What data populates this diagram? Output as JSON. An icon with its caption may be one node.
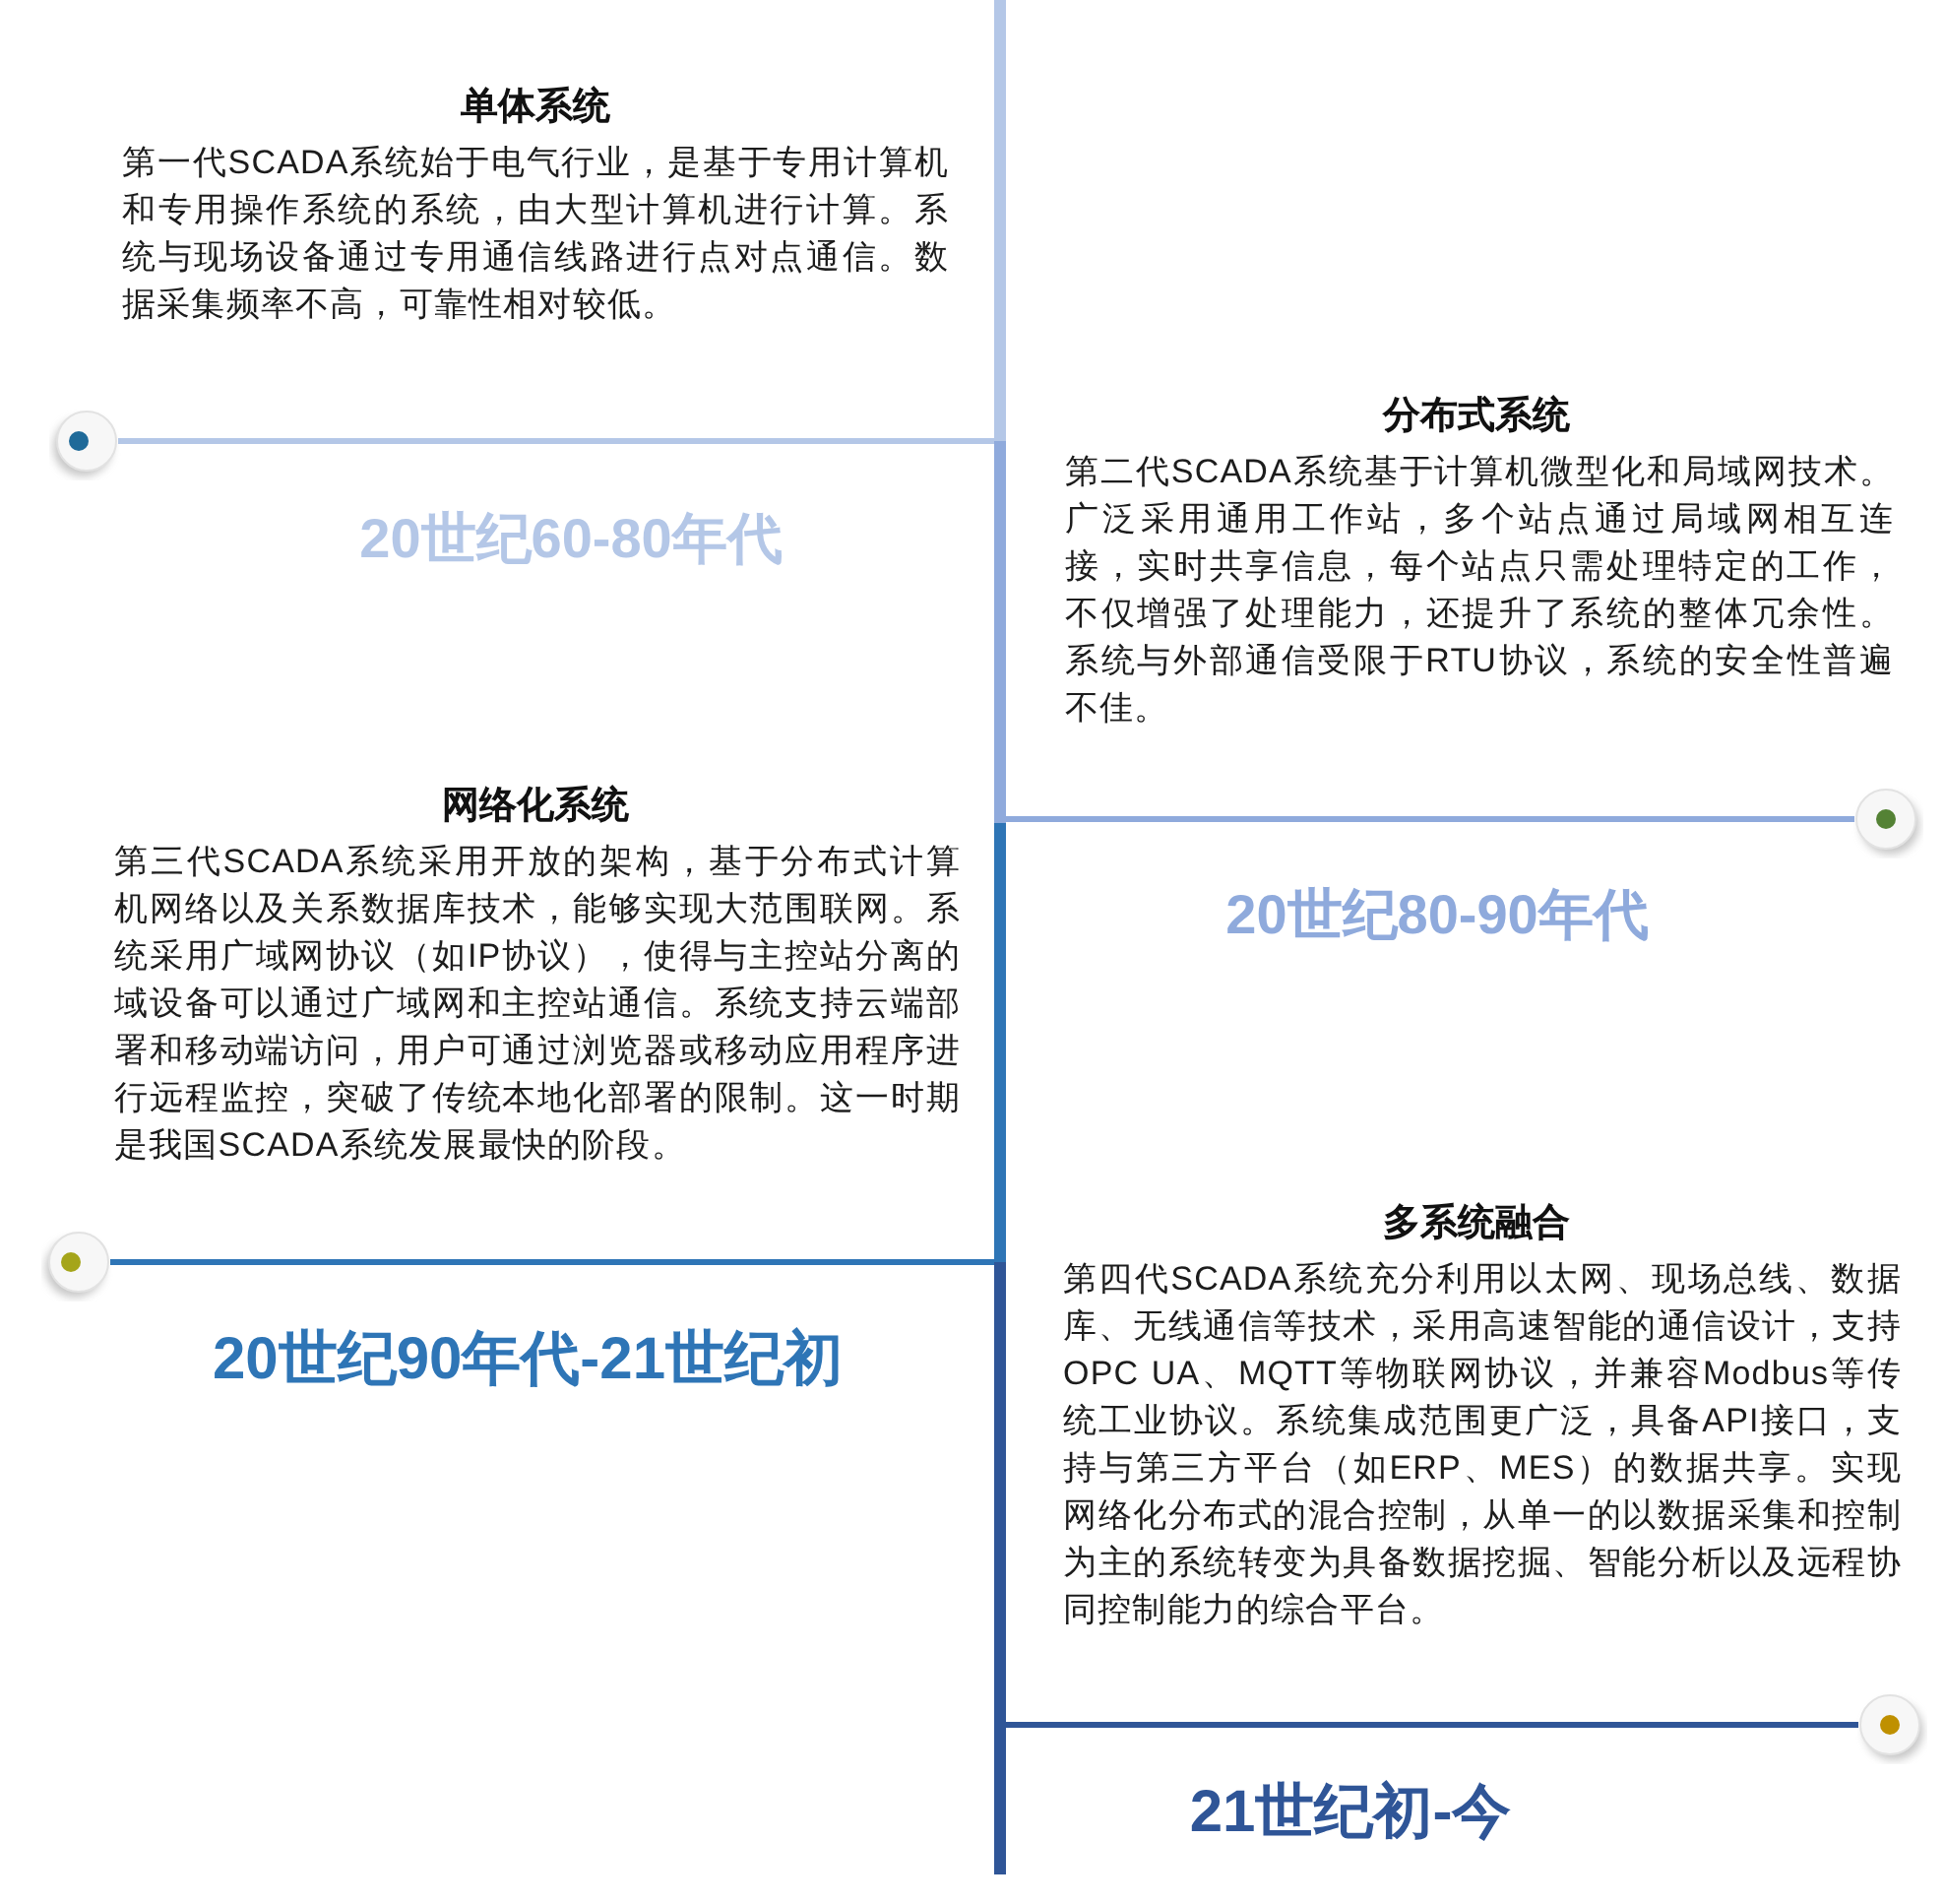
{
  "diagram": {
    "labels": [
      "单体系统",
      "第一代SCADA系统始于电气行业，是基于专用计算机和专用操作系统的系统，由大型计算机进行计算。系统与现场设备通过专用通信线路进行点对点通信。数据采集频率不高，可靠性相对较低。",
      "20世纪60-80年代",
      "分布式系统",
      "第二代SCADA系统基于计算机微型化和局域网技术。广泛采用通用工作站，多个站点通过局域网相互连接，实时共享信息，每个站点只需处理特定的工作，不仅增强了处理能力，还提升了系统的整体冗余性。系统与外部通信受限于RTU协议，系统的安全性普遍不佳。",
      "20世纪80-90年代",
      "网络化系统",
      "第三代SCADA系统采用开放的架构，基于分布式计算机网络以及关系数据库技术，能够实现大范围联网。系统采用广域网协议（如IP协议），使得与主控站分离的域设备可以通过广域网和主控站通信。系统支持云端部署和移动端访问，用户可通过浏览器或移动应用程序进行远程监控，突破了传统本地化部署的限制。这一时期是我国SCADA系统发展最快的阶段。",
      "20世纪90年代-21世纪初",
      "多系统融合",
      "第四代SCADA系统充分利用以太网、现场总线、数据库、无线通信等技术，采用高速智能的通信设计，支持OPC UA、MQTT等物联网协议，并兼容Modbus等传统工业协议。系统集成范围更广泛，具备API接口，支持与第三方平台（如ERP、MES）的数据共享。实现网络化分布式的混合控制，从单一的以数据采集和控制为主的系统转变为具备数据挖掘、智能分析以及远程协同控制能力的综合平台。",
      "21世纪初-今"
    ]
  }
}
